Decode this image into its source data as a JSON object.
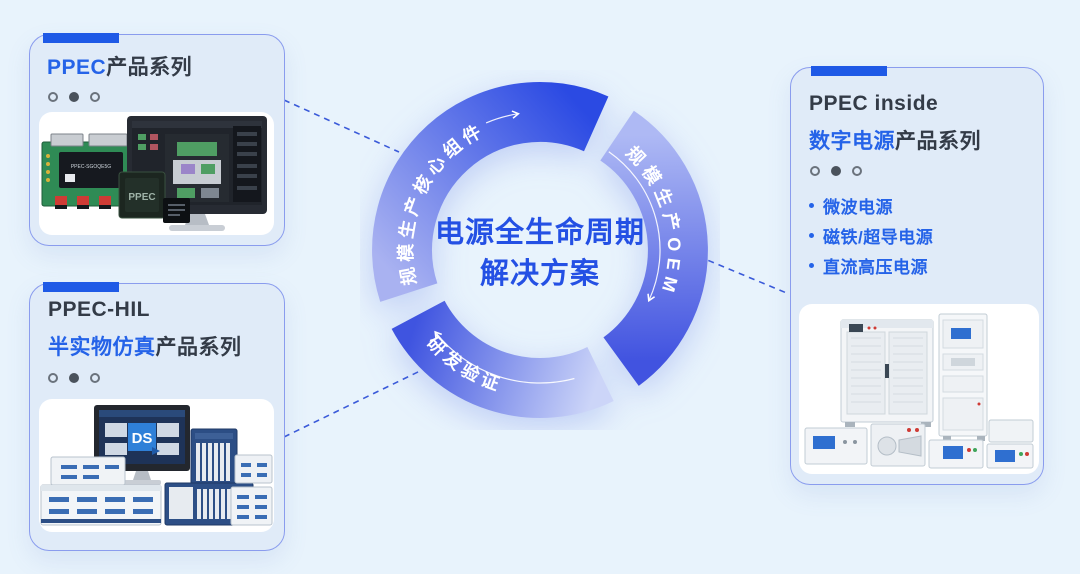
{
  "colors": {
    "background": "#e8f3fc",
    "card_background": "#e0ebf8",
    "card_border": "#8a9cee",
    "accent_bar": "#1f5ae6",
    "text_blue": "#2563e8",
    "text_dark": "#333b47",
    "ring_dark_blue": "#2b4ae3",
    "ring_light_blue": "#ccd5f8",
    "connector_blue": "#3a5ad9"
  },
  "cycle": {
    "center_line1": "电源全生命周期",
    "center_line2": "解决方案",
    "segments": [
      {
        "label": "规模生产核心组件"
      },
      {
        "label": "规模生产OEM"
      },
      {
        "label": "研发验证"
      }
    ]
  },
  "cards": {
    "ppec": {
      "title_highlight": "PPEC",
      "title_rest": "产品系列",
      "dots": {
        "count": 3,
        "active_index": 1
      },
      "photo": {
        "chip_label": "PPEC",
        "board_label": "PPEC-SGOQE5G"
      }
    },
    "hil": {
      "title": "PPEC-HIL",
      "subtitle_highlight": "半实物仿真",
      "subtitle_rest": "产品系列",
      "dots": {
        "count": 3,
        "active_index": 1
      },
      "photo": {
        "monitor_logo": "DS"
      }
    },
    "inside": {
      "title": "PPEC inside",
      "subtitle_highlight": "数字电源",
      "subtitle_rest": "产品系列",
      "dots": {
        "count": 3,
        "active_index": 1
      },
      "bullets": [
        "微波电源",
        "磁铁/超导电源",
        "直流高压电源"
      ]
    }
  }
}
